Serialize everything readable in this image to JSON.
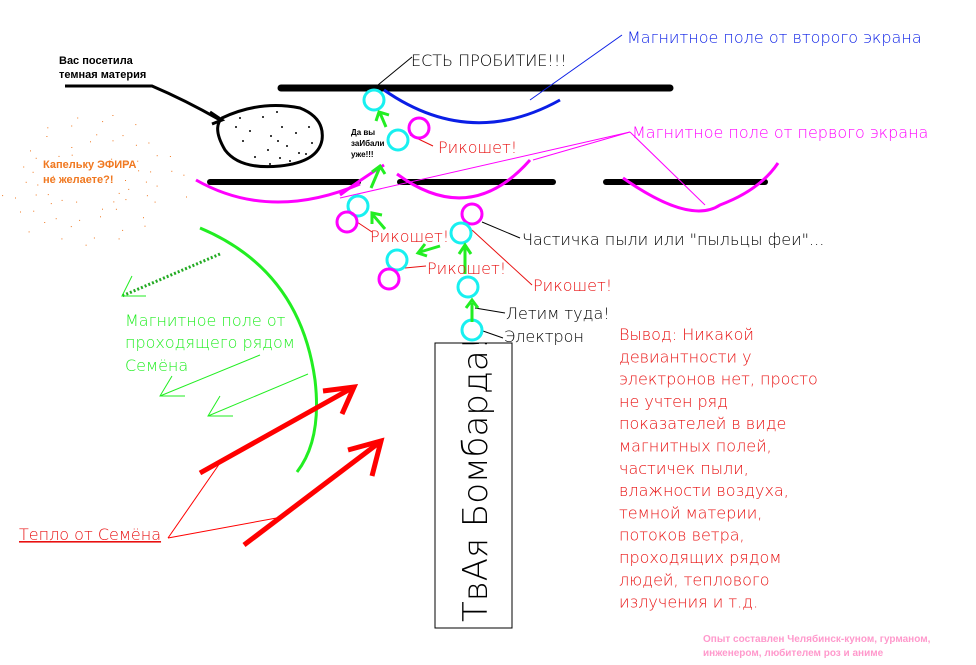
{
  "colors": {
    "black": "#000000",
    "blue": "#0a1ee6",
    "magenta": "#ff00ff",
    "cyan": "#18f0f0",
    "green": "#22ee22",
    "red": "#ff0000",
    "orange": "#f07820",
    "pink": "#ff99cc",
    "text_red": "#e81010"
  },
  "labels": {
    "dark_matter": [
      "Вас посетила",
      "темная материя"
    ],
    "ether": [
      "Капельку ЭФИРА",
      "не желаете?!"
    ],
    "breakthrough": "ЕСТЬ ПРОБИТИЕ!!!",
    "field_second_screen": "Магнитное поле от второго экрана",
    "field_first_screen": "Магнитное поле от первого экрана",
    "fed_up": [
      "Да вы",
      "заИбали",
      "уже!!!"
    ],
    "ricochet_1": "Рикошет!",
    "ricochet_2": "Рикошет!",
    "ricochet_3": "Рикошет!",
    "ricochet_4": "Рикошет!",
    "dust": "Частичка пыли или \"пыльцы феи\"...",
    "fly_there": "Летим туда!",
    "electron": "Электрон",
    "bombarder": "ТвАя Бомбарда!",
    "semyon_field": [
      "Магнитное поле от",
      "проходящего рядом",
      "Семёна"
    ],
    "semyon_heat": "Тепло от Семёна",
    "conclusion": [
      "Вывод: Никакой",
      "девиантности у",
      "электронов нет, просто",
      "не учтен ряд",
      "показателей в виде",
      "магнитных полей,",
      "частичек пыли,",
      "влажности воздуха,",
      "темной материи,",
      "потоков ветра,",
      "проходящих рядом",
      "людей, теплового",
      "излучения и т.д."
    ],
    "credits": [
      "Опыт составлен Челябинск-куном, гурманом,",
      "инженером, любителем роз и аниме"
    ]
  }
}
